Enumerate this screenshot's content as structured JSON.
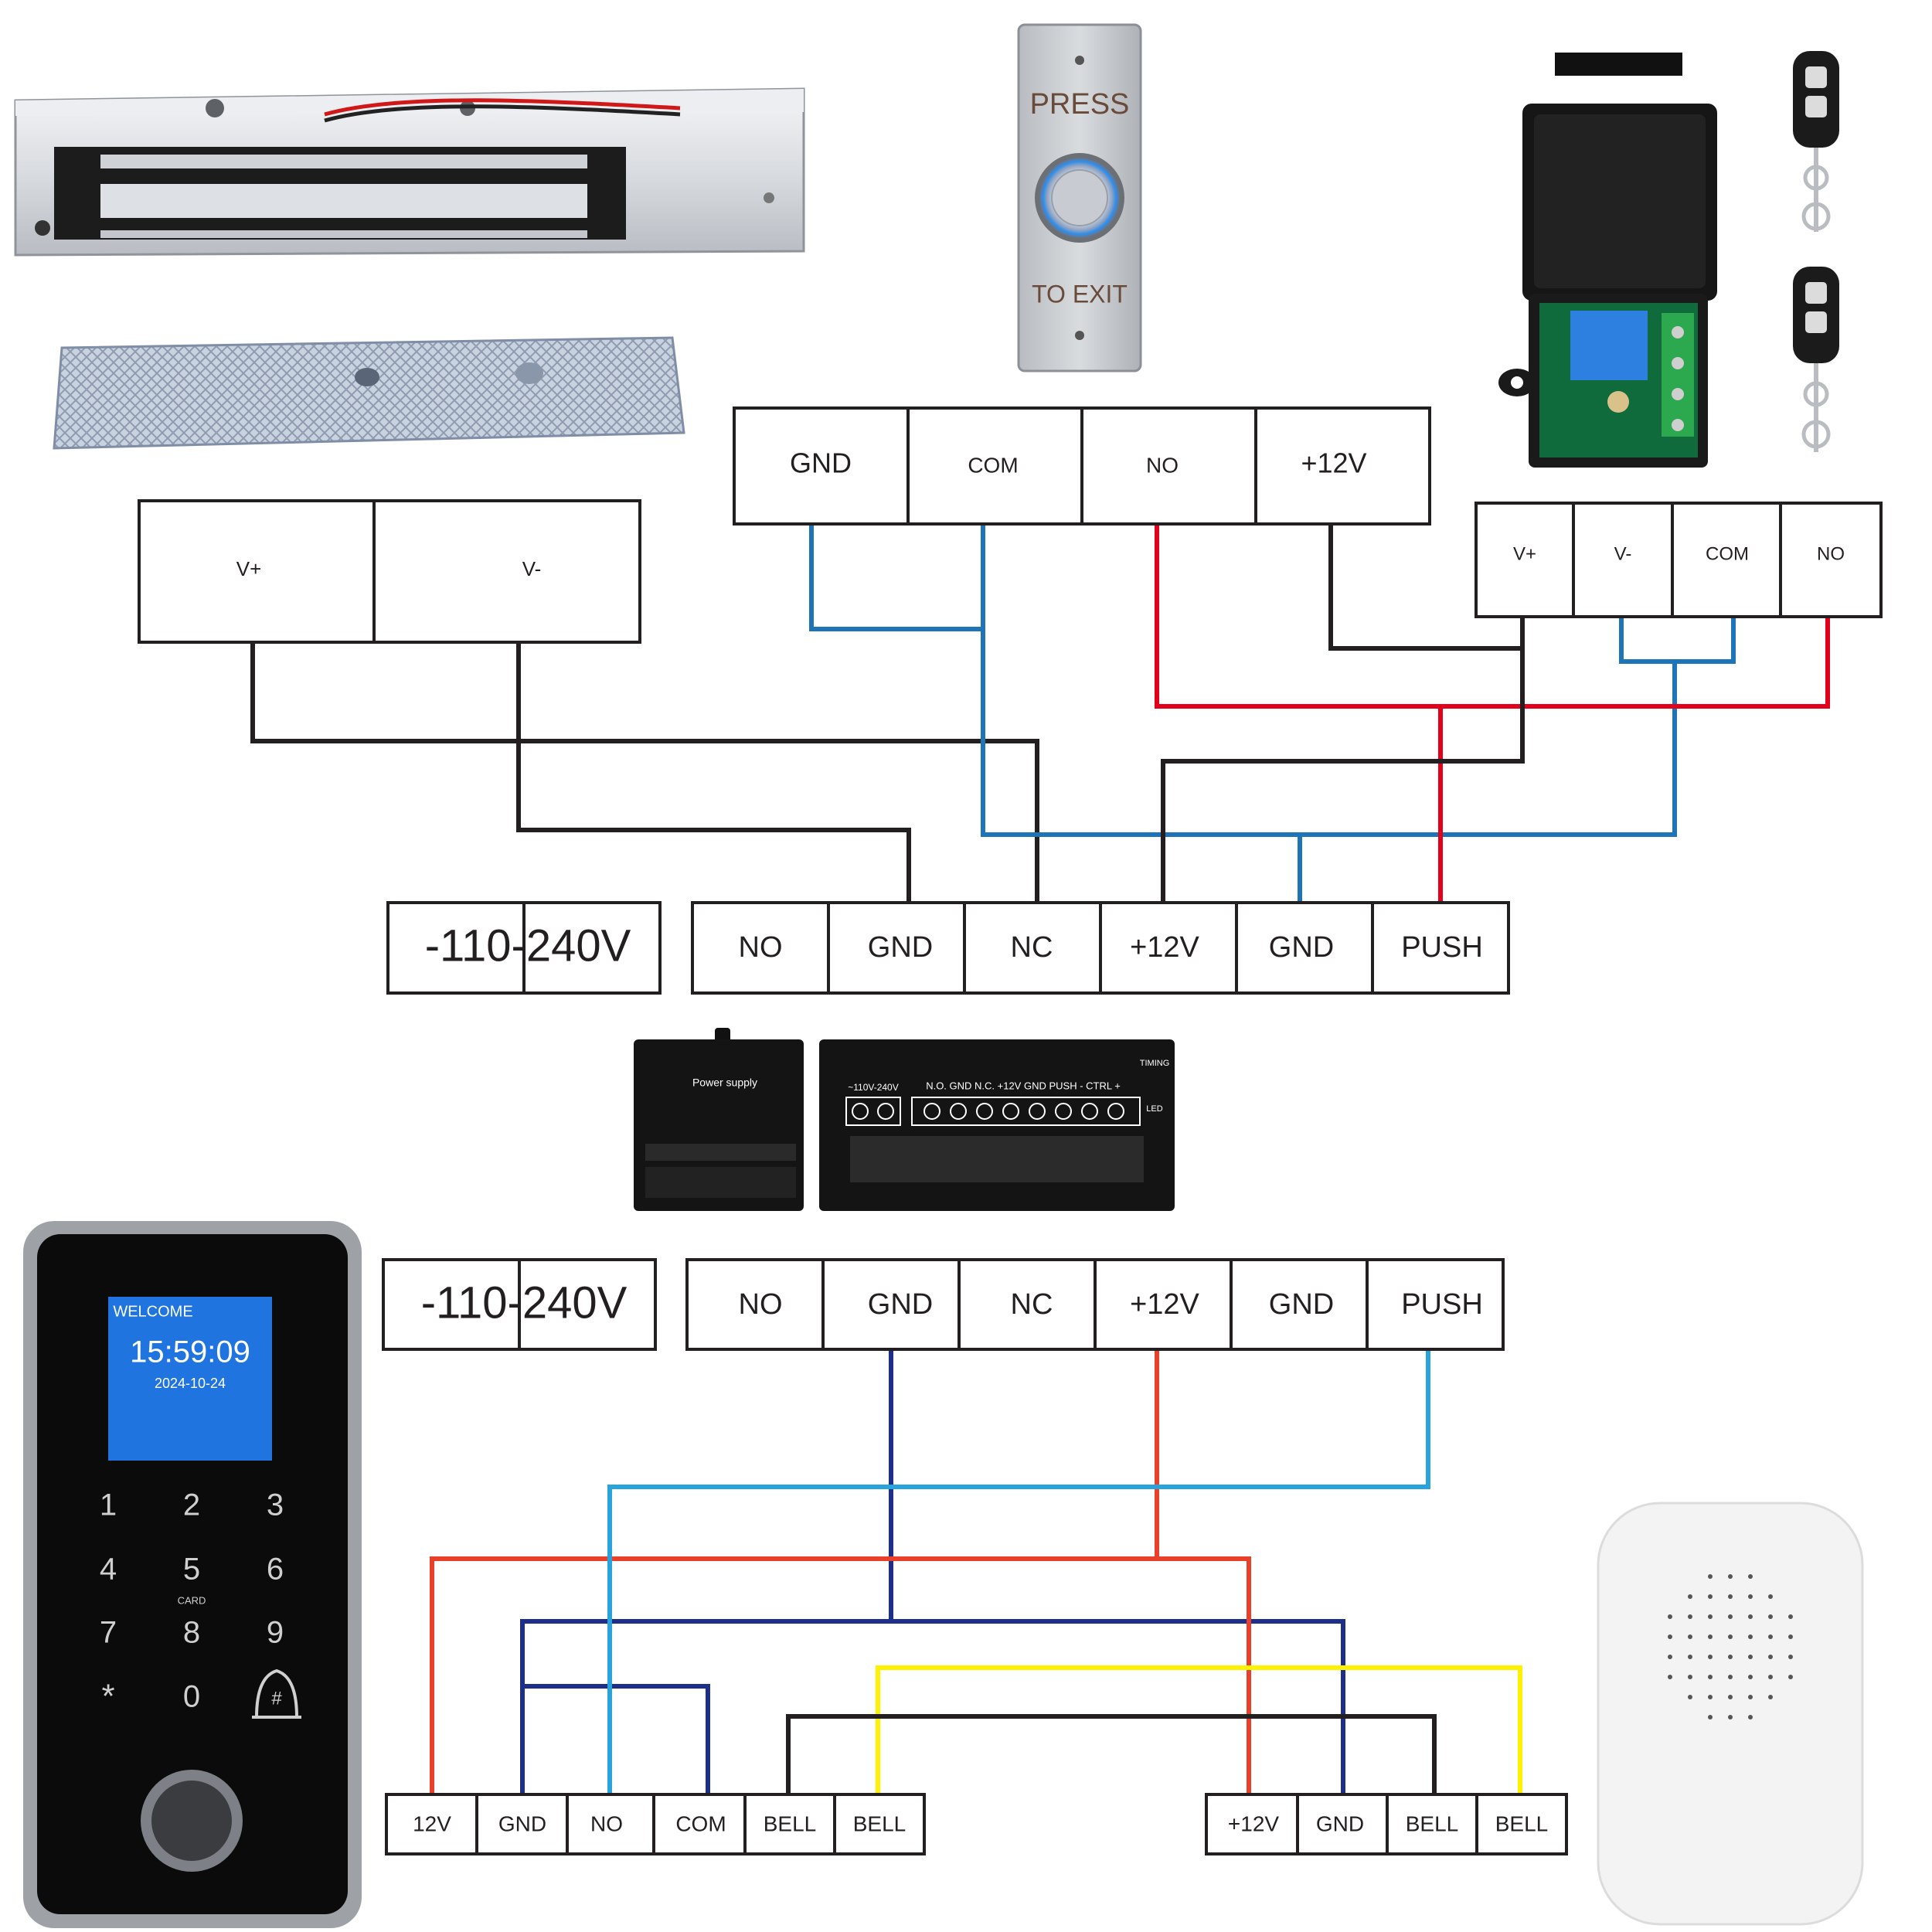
{
  "colors": {
    "black_wire": "#231f20",
    "blue_wire": "#1f73b7",
    "red_wire": "#e2001a",
    "dark_blue_wire": "#1e2f8a",
    "light_blue_wire": "#29a3dc",
    "orange_red_wire": "#e8402a",
    "yellow_wire": "#fff200"
  },
  "devices": {
    "exit_button": {
      "top_text": "PRESS",
      "bottom_text": "TO EXIT"
    },
    "power_supply": {
      "title": "Power supply",
      "input_label": "~110V-240V",
      "terminal_strip": "N.O.  GND  N.C.  +12V  GND  PUSH  - CTRL +",
      "timing_label": "TIMING",
      "led_label": "LED"
    },
    "keypad": {
      "screen_title": "WELCOME",
      "time": "15:59:09",
      "date": "2024-10-24",
      "keys": [
        "1",
        "2",
        "3",
        "4",
        "5",
        "6",
        "7",
        "8",
        "9",
        "*",
        "0",
        "#"
      ],
      "card_label": "CARD"
    }
  },
  "terminals": {
    "lock": [
      "V+",
      "V-"
    ],
    "exit_button": [
      "GND",
      "COM",
      "NO",
      "+12V"
    ],
    "receiver": [
      "V+",
      "V-",
      "COM",
      "NO"
    ],
    "psu_top_ac": "-110-240V",
    "psu_top": [
      "NO",
      "GND",
      "NC",
      "+12V",
      "GND",
      "PUSH"
    ],
    "psu_bottom_ac": "-110-240V",
    "psu_bottom": [
      "NO",
      "GND",
      "NC",
      "+12V",
      "GND",
      "PUSH"
    ],
    "keypad": [
      "12V",
      "GND",
      "NO",
      "COM",
      "BELL",
      "BELL"
    ],
    "doorbell": [
      "+12V",
      "GND",
      "BELL",
      "BELL"
    ]
  }
}
